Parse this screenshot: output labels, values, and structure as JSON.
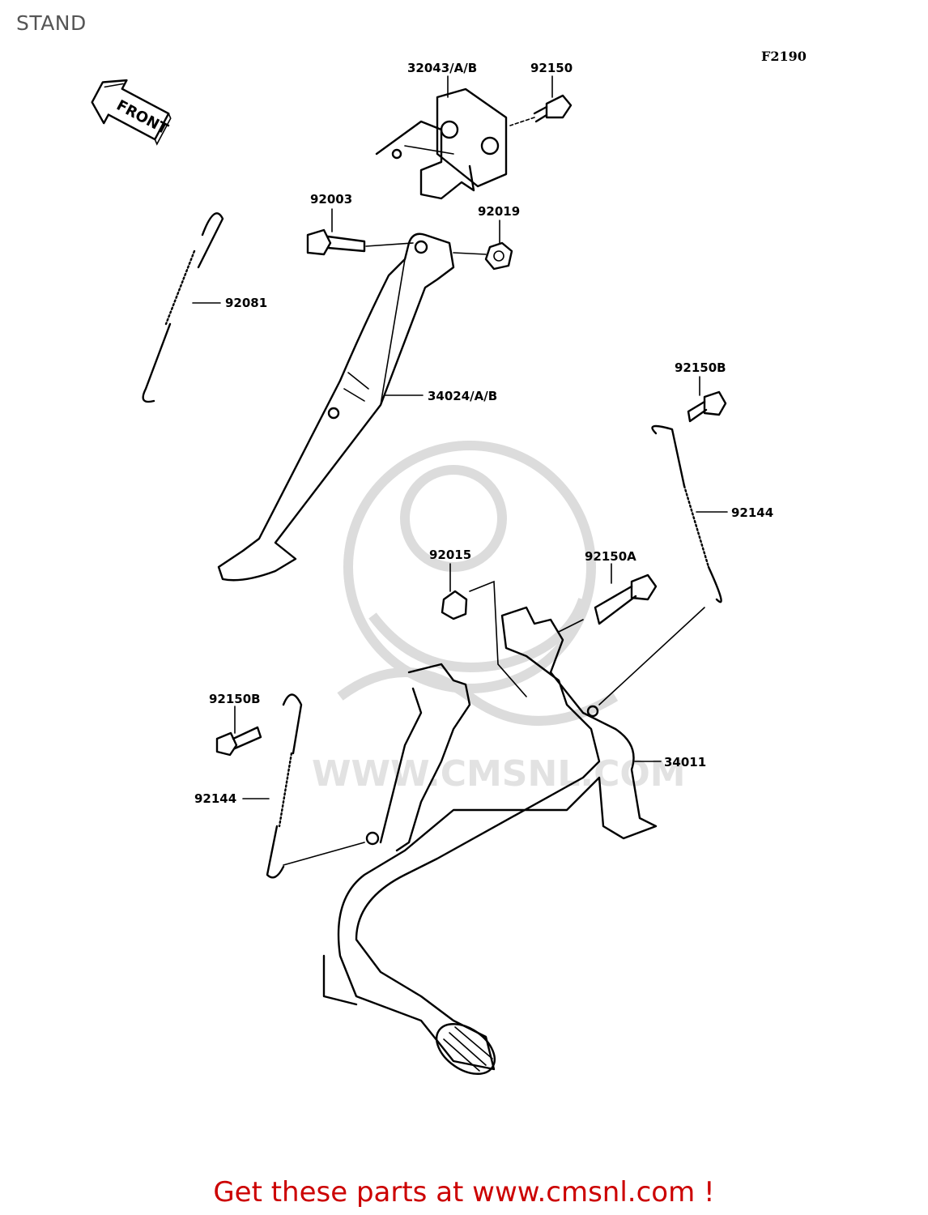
{
  "page_title": "STAND",
  "figure_code": "F2190",
  "front_arrow_text": "FRONT",
  "watermark_text": "WWW.CMSNL.COM",
  "footer_text": "Get these parts at www.cmsnl.com !",
  "colors": {
    "footer": "#cc0000",
    "title": "#555555",
    "line": "#000000"
  },
  "parts": [
    {
      "id": "p1",
      "label": "32043/A/B"
    },
    {
      "id": "p2",
      "label": "92150"
    },
    {
      "id": "p3",
      "label": "92003"
    },
    {
      "id": "p4",
      "label": "92019"
    },
    {
      "id": "p5",
      "label": "92081"
    },
    {
      "id": "p6",
      "label": "34024/A/B"
    },
    {
      "id": "p7",
      "label": "92150B"
    },
    {
      "id": "p8",
      "label": "92144"
    },
    {
      "id": "p9",
      "label": "92015"
    },
    {
      "id": "p10",
      "label": "92150A"
    },
    {
      "id": "p11",
      "label": "92150B"
    },
    {
      "id": "p12",
      "label": "34011"
    },
    {
      "id": "p13",
      "label": "92144"
    }
  ]
}
